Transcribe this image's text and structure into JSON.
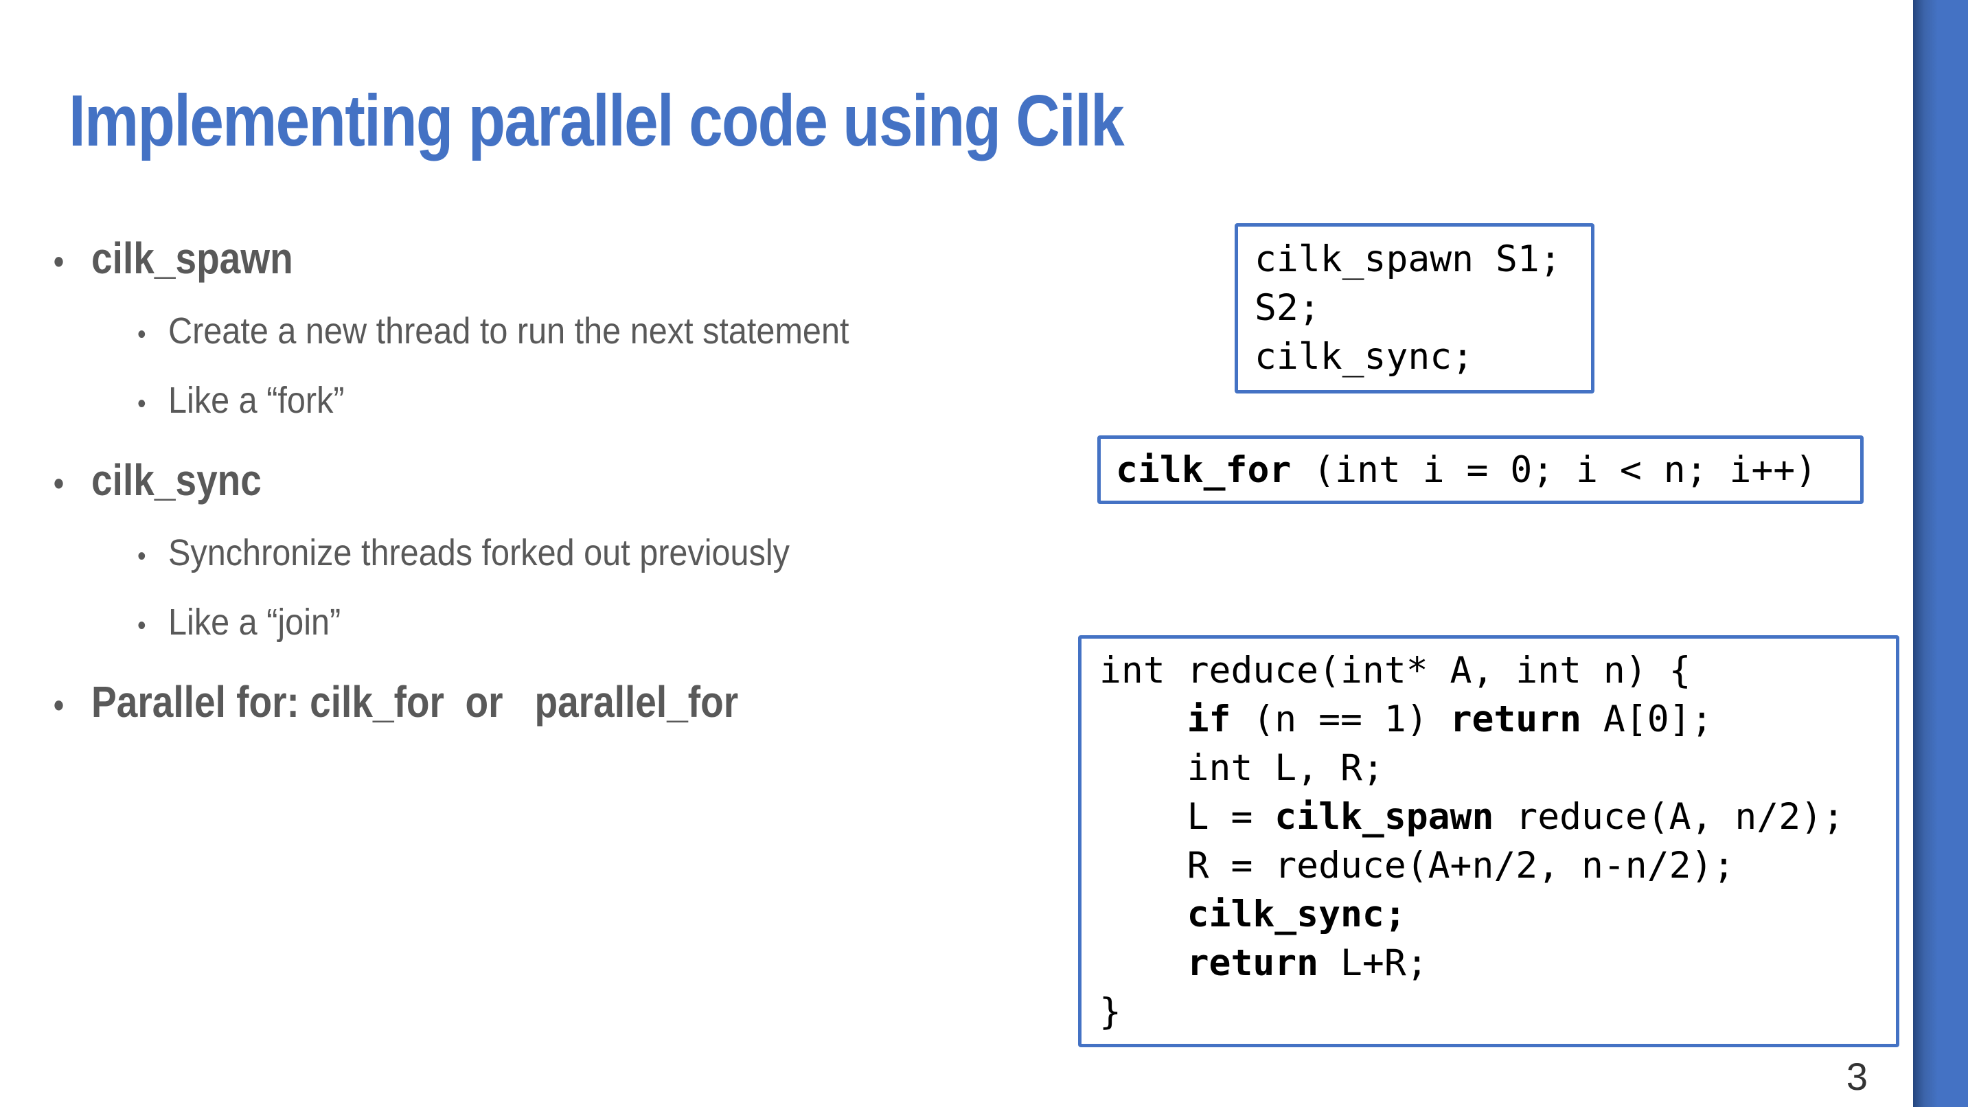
{
  "slide": {
    "title": "Implementing parallel code using Cilk",
    "page_number": "3",
    "bullets": [
      {
        "level": 1,
        "text": "cilk_spawn"
      },
      {
        "level": 2,
        "text": "Create a new thread to run the next statement"
      },
      {
        "level": 2,
        "text": "Like a “fork”"
      },
      {
        "level": 1,
        "text": "cilk_sync"
      },
      {
        "level": 2,
        "text": "Synchronize threads forked out previously"
      },
      {
        "level": 2,
        "text": "Like a “join”"
      },
      {
        "level": 1,
        "text": "Parallel for: cilk_for  or   parallel_for"
      }
    ],
    "code_boxes": {
      "spawn_sync": {
        "lines": [
          [
            {
              "t": "cilk_spawn S1;"
            }
          ],
          [
            {
              "t": "S2;"
            }
          ],
          [
            {
              "t": "cilk_sync;"
            }
          ]
        ]
      },
      "cilk_for": {
        "lines": [
          [
            {
              "t": "cilk_for",
              "b": true
            },
            {
              "t": " (int i = 0; i < n; i++)"
            }
          ]
        ]
      },
      "reduce": {
        "lines": [
          [
            {
              "t": "int reduce(int* A, int n) {"
            }
          ],
          [
            {
              "t": "    "
            },
            {
              "t": "if",
              "b": true
            },
            {
              "t": " (n == 1) "
            },
            {
              "t": "return",
              "b": true
            },
            {
              "t": " A[0];"
            }
          ],
          [
            {
              "t": "    int L, R;"
            }
          ],
          [
            {
              "t": "    L = "
            },
            {
              "t": "cilk_spawn",
              "b": true
            },
            {
              "t": " reduce(A, n/2);"
            }
          ],
          [
            {
              "t": "    R = reduce(A+n/2, n-n/2);"
            }
          ],
          [
            {
              "t": "    "
            },
            {
              "t": "cilk_sync;",
              "b": true
            }
          ],
          [
            {
              "t": "    "
            },
            {
              "t": "return",
              "b": true
            },
            {
              "t": " L+R;"
            }
          ],
          [
            {
              "t": "}"
            }
          ]
        ]
      }
    },
    "colors": {
      "accent": "#4472C4",
      "accent_dark": "#24457E",
      "body_text": "#595959",
      "code_text": "#000000"
    },
    "bullet_marker": "•"
  }
}
